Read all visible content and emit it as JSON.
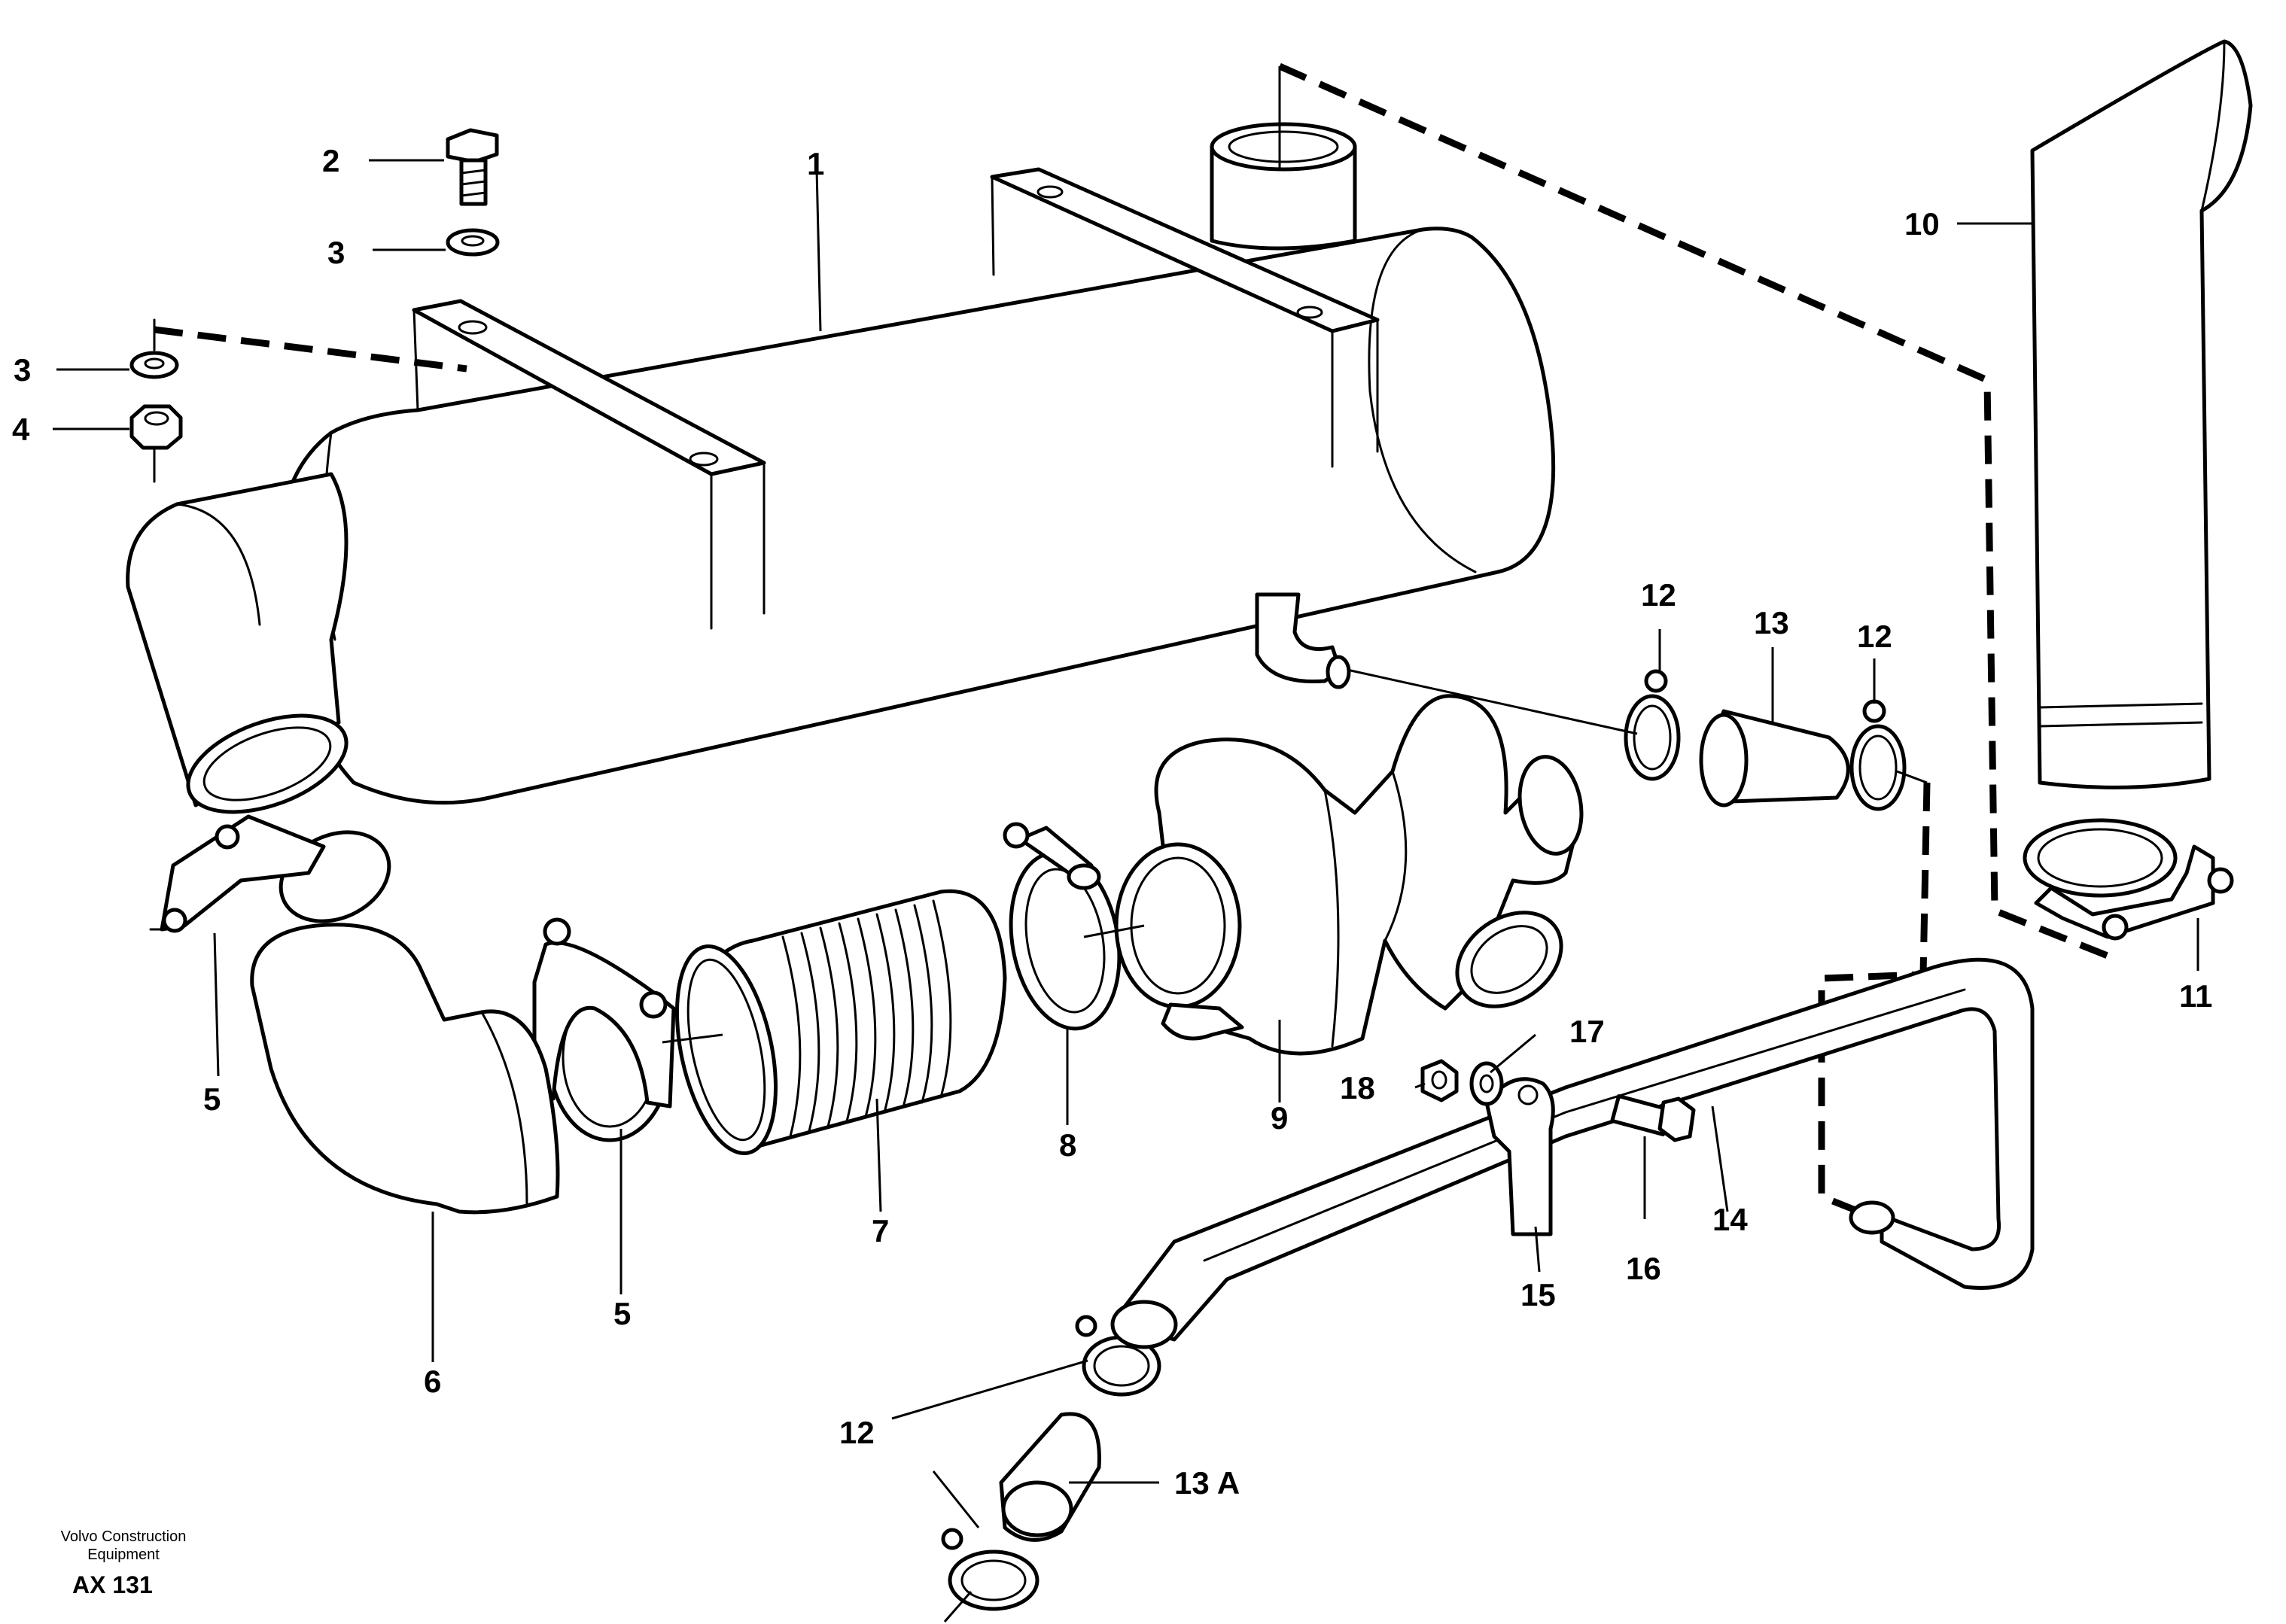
{
  "publisher": {
    "line1": "Volvo Construction",
    "line2": "Equipment"
  },
  "figure_code": "AX 131",
  "callouts": {
    "c1": "1",
    "c2": "2",
    "c3a": "3",
    "c3b": "3",
    "c4": "4",
    "c5a": "5",
    "c5b": "5",
    "c6": "6",
    "c7": "7",
    "c8": "8",
    "c9": "9",
    "c10": "10",
    "c11": "11",
    "c12a": "12",
    "c12b": "12",
    "c12c": "12",
    "c13": "13",
    "c13a": "13 A",
    "c14": "14",
    "c15": "15",
    "c16": "16",
    "c17": "17",
    "c18": "18"
  }
}
